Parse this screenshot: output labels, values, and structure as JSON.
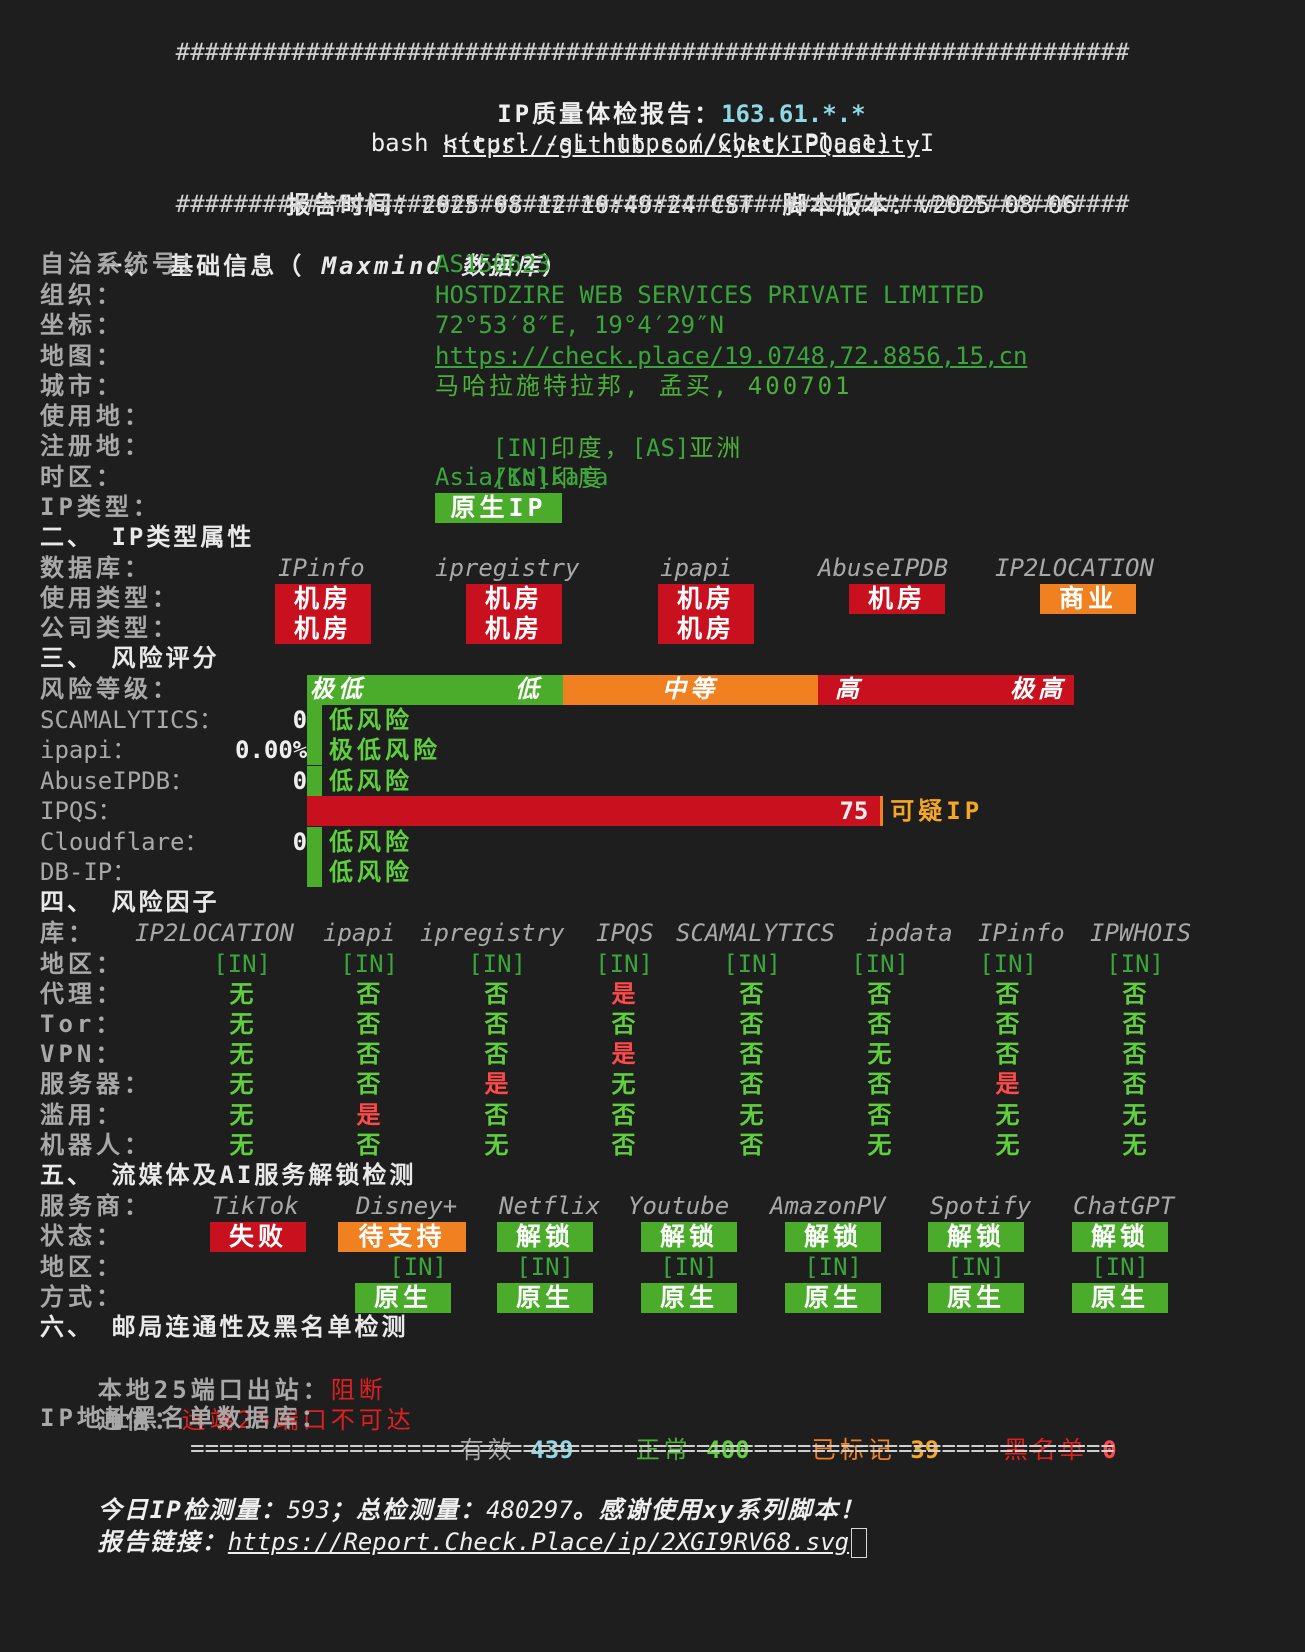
{
  "header": {
    "hash_line": "##################################################################",
    "title_label": "IP质量体检报告：",
    "title_ip": "163.61.*.*",
    "repo_url": "https://github.com/xykt/IPQuality",
    "command": "bash <(curl -sL https://Check.Place) -I",
    "time_label": "报告时间：",
    "time_value": "2025-08-12 10:49:24 CST",
    "version_label": "脚本版本：",
    "version_value": "v2025-08-06"
  },
  "basic": {
    "title_prefix": "一、 基础信息（",
    "title_db": " Maxmind 数据库",
    "title_suffix": "）",
    "rows": [
      {
        "label": "自治系统号：",
        "value": "AS150623"
      },
      {
        "label": "组织：",
        "value": "HOSTDZIRE WEB SERVICES PRIVATE LIMITED"
      },
      {
        "label": "坐标：",
        "value": "72°53′8″E, 19°4′29″N"
      },
      {
        "label": "地图：",
        "value": "https://check.place/19.0748,72.8856,15,cn"
      },
      {
        "label": "城市：",
        "value": "马哈拉施特拉邦, 孟买, 400701"
      }
    ],
    "usage_label": "使用地：",
    "usage_code1": "[IN]",
    "usage_name1": "印度，",
    "usage_code2": "[AS]",
    "usage_name2": "亚洲",
    "reg_label": "注册地：",
    "reg_code": "[IN]",
    "reg_name": "印度",
    "tz_label": "时区：",
    "tz_value": "Asia/Kolkata",
    "iptype_label": "IP类型：",
    "iptype_value": "原生IP"
  },
  "types": {
    "title": "二、 IP类型属性",
    "db_label": "数据库：",
    "usage_label": "使用类型：",
    "company_label": "公司类型：",
    "dbs": [
      "IPinfo",
      "ipregistry",
      "ipapi",
      "AbuseIPDB",
      "IP2LOCATION"
    ],
    "usage": [
      "机房",
      "机房",
      "机房",
      "机房",
      "商业"
    ],
    "company": [
      "机房",
      "机房",
      "机房"
    ]
  },
  "risk": {
    "title": "三、 风险评分",
    "level_label": "风险等级：",
    "scale": [
      "极低",
      "低",
      "中等",
      "高",
      "极高"
    ],
    "colors": {
      "green": "#4aac2a",
      "orange": "#f08020",
      "red": "#c8101e"
    },
    "rows": [
      {
        "label": "SCAMALYTICS：",
        "score": "0",
        "verdict": "低风险",
        "value": 0
      },
      {
        "label": "ipapi：",
        "score": "0.00%",
        "verdict": "极低风险",
        "value": 0
      },
      {
        "label": "AbuseIPDB：",
        "score": "0",
        "verdict": "低风险",
        "value": 0
      },
      {
        "label": "IPQS：",
        "score": "75",
        "verdict": "可疑IP",
        "value": 75
      },
      {
        "label": "Cloudflare：",
        "score": "0",
        "verdict": "低风险",
        "value": 0
      },
      {
        "label": "DB-IP：",
        "score": "",
        "verdict": "低风险",
        "value": 0
      }
    ]
  },
  "factors": {
    "title": "四、 风险因子",
    "lib_label": "库：",
    "libs": [
      "IP2LOCATION",
      "ipapi",
      "ipregistry",
      "IPQS",
      "SCAMALYTICS",
      "ipdata",
      "IPinfo",
      "IPWHOIS"
    ],
    "rows": [
      {
        "label": "地区：",
        "values": [
          "[IN]",
          "[IN]",
          "[IN]",
          "[IN]",
          "[IN]",
          "[IN]",
          "[IN]",
          "[IN]"
        ]
      },
      {
        "label": "代理：",
        "values": [
          "无",
          "否",
          "否",
          "是",
          "否",
          "否",
          "否",
          "否"
        ]
      },
      {
        "label": "Tor：",
        "values": [
          "无",
          "否",
          "否",
          "否",
          "否",
          "否",
          "否",
          "否"
        ]
      },
      {
        "label": "VPN：",
        "values": [
          "无",
          "否",
          "否",
          "是",
          "否",
          "无",
          "否",
          "否"
        ]
      },
      {
        "label": "服务器：",
        "values": [
          "无",
          "否",
          "是",
          "无",
          "否",
          "否",
          "是",
          "否"
        ]
      },
      {
        "label": "滥用：",
        "values": [
          "无",
          "是",
          "否",
          "否",
          "无",
          "否",
          "无",
          "无"
        ]
      },
      {
        "label": "机器人：",
        "values": [
          "无",
          "否",
          "无",
          "否",
          "否",
          "无",
          "无",
          "无"
        ]
      }
    ]
  },
  "streaming": {
    "title": "五、 流媒体及AI服务解锁检测",
    "provider_label": "服务商：",
    "status_label": "状态：",
    "region_label": "地区：",
    "mode_label": "方式：",
    "services": [
      {
        "name": "TikTok",
        "status": "失败",
        "status_color": "red",
        "region": "",
        "mode": ""
      },
      {
        "name": "Disney+",
        "status": "待支持",
        "status_color": "orange",
        "region": "[IN]",
        "mode": "原生"
      },
      {
        "name": "Netflix",
        "status": "解锁",
        "status_color": "green",
        "region": "[IN]",
        "mode": "原生"
      },
      {
        "name": "Youtube",
        "status": "解锁",
        "status_color": "green",
        "region": "[IN]",
        "mode": "原生"
      },
      {
        "name": "AmazonPV",
        "status": "解锁",
        "status_color": "green",
        "region": "[IN]",
        "mode": "原生"
      },
      {
        "name": "Spotify",
        "status": "解锁",
        "status_color": "green",
        "region": "[IN]",
        "mode": "原生"
      },
      {
        "name": "ChatGPT",
        "status": "解锁",
        "status_color": "green",
        "region": "[IN]",
        "mode": "原生"
      }
    ]
  },
  "mail": {
    "title": "六、 邮局连通性及黑名单检测",
    "local_label": "本地25端口出站：",
    "local_value": "阻断",
    "comm_label": "通信：",
    "comm_value": "远端25端口不可达",
    "bl_label": "IP地址黑名单数据库：",
    "valid_label": "有效",
    "valid_value": "439",
    "normal_label": "正常",
    "normal_value": "400",
    "marked_label": "已标记",
    "marked_value": "39",
    "black_label": "黑名单",
    "black_value": "0"
  },
  "footer": {
    "eq_line": "================================================================",
    "stats_a": "今日IP检测量：",
    "today": "593",
    "stats_b": "；总检测量：",
    "total": "480297",
    "stats_c": "。感谢使用xy系列脚本！",
    "link_label": "报告链接：",
    "link": "https://Report.Check.Place/ip/2XGI9RV68.svg"
  }
}
